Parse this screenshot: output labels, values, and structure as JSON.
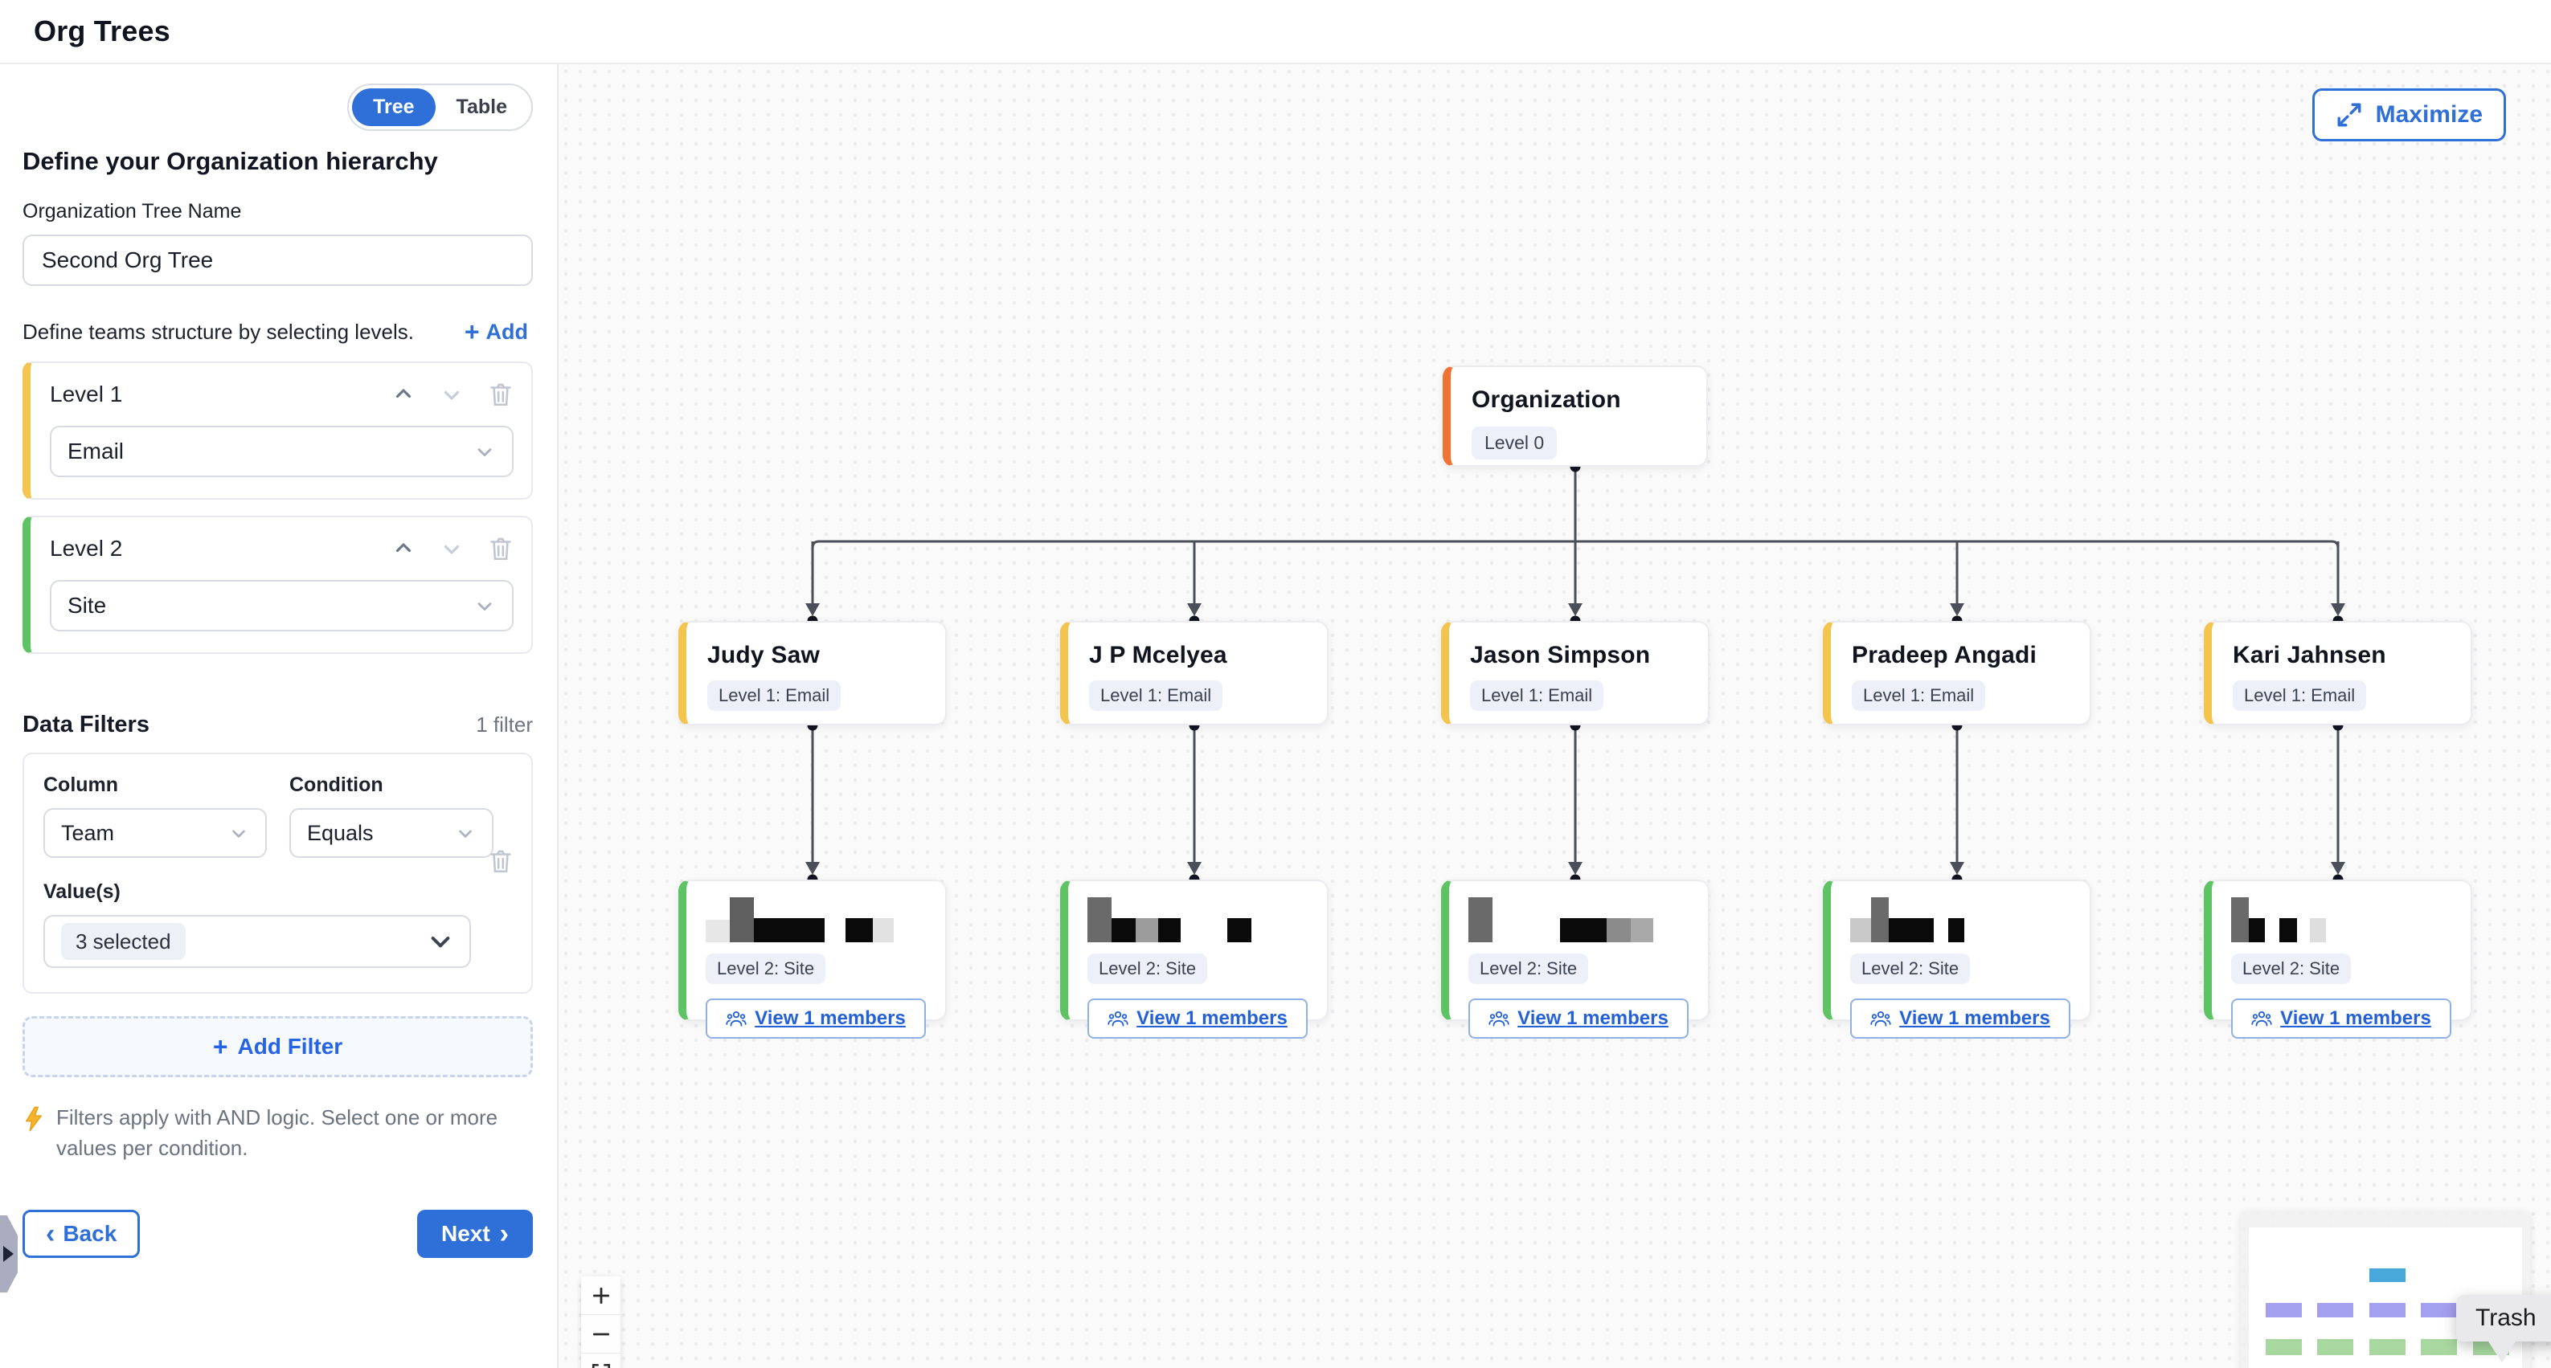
{
  "app": {
    "title": "Org Trees"
  },
  "sidebar": {
    "view_toggle": {
      "options": [
        "Tree",
        "Table"
      ],
      "selected": "Tree"
    },
    "heading": "Define your Organization hierarchy",
    "tree_name": {
      "label": "Organization Tree Name",
      "value": "Second Org Tree"
    },
    "levels_section": {
      "description": "Define teams structure by selecting levels.",
      "add_label": "Add"
    },
    "levels": [
      {
        "label": "Level 1",
        "value": "Email",
        "accent": "#f3c54e"
      },
      {
        "label": "Level 2",
        "value": "Site",
        "accent": "#5ec463"
      }
    ],
    "filters_section": {
      "title": "Data Filters",
      "count_label": "1 filter",
      "filter": {
        "column_label": "Column",
        "column_value": "Team",
        "condition_label": "Condition",
        "condition_value": "Equals",
        "values_label": "Value(s)",
        "values_value": "3 selected"
      },
      "add_filter_label": "Add Filter",
      "note": "Filters apply with AND logic. Select one or more values per condition."
    },
    "back_label": "Back",
    "next_label": "Next"
  },
  "canvas": {
    "maximize_label": "Maximize",
    "tooltip": "Trash",
    "tree": {
      "root": {
        "name": "Organization",
        "badge": "Level 0",
        "accent": "#ef7434"
      },
      "level1_accent": "#f3c54e",
      "level2_accent": "#5ec463",
      "level1": [
        {
          "name": "Judy Saw",
          "badge": "Level 1: Email"
        },
        {
          "name": "J P Mcelyea",
          "badge": "Level 1: Email"
        },
        {
          "name": "Jason Simpson",
          "badge": "Level 1: Email"
        },
        {
          "name": "Pradeep Angadi",
          "badge": "Level 1: Email"
        },
        {
          "name": "Kari Jahnsen",
          "badge": "Level 1: Email"
        }
      ],
      "level2": [
        {
          "badge": "Level 2: Site",
          "members_label": "View 1 members",
          "redaction": [
            [
              30,
              28,
              "#e7e7e7"
            ],
            [
              30,
              56,
              "#5f5f5f"
            ],
            [
              88,
              30,
              "#0a0a0a"
            ],
            [
              26,
              0,
              null
            ],
            [
              34,
              30,
              "#0a0a0a"
            ],
            [
              26,
              30,
              "#e2e2e2"
            ]
          ]
        },
        {
          "badge": "Level 2: Site",
          "members_label": "View 1 members",
          "redaction": [
            [
              30,
              56,
              "#6a6a6a"
            ],
            [
              30,
              30,
              "#0a0a0a"
            ],
            [
              28,
              30,
              "#9c9c9c"
            ],
            [
              28,
              30,
              "#0a0a0a"
            ],
            [
              58,
              0,
              null
            ],
            [
              30,
              30,
              "#0a0a0a"
            ]
          ]
        },
        {
          "badge": "Level 2: Site",
          "members_label": "View 1 members",
          "redaction": [
            [
              30,
              56,
              "#6a6a6a"
            ],
            [
              84,
              0,
              null
            ],
            [
              58,
              30,
              "#0a0a0a"
            ],
            [
              30,
              30,
              "#8b8b8b"
            ],
            [
              28,
              30,
              "#a9a9a9"
            ]
          ]
        },
        {
          "badge": "Level 2: Site",
          "members_label": "View 1 members",
          "redaction": [
            [
              26,
              30,
              "#c9c9c9"
            ],
            [
              22,
              56,
              "#6a6a6a"
            ],
            [
              56,
              30,
              "#0a0a0a"
            ],
            [
              18,
              0,
              null
            ],
            [
              20,
              30,
              "#0a0a0a"
            ]
          ]
        },
        {
          "badge": "Level 2: Site",
          "members_label": "View 1 members",
          "redaction": [
            [
              22,
              56,
              "#6a6a6a"
            ],
            [
              20,
              30,
              "#0a0a0a"
            ],
            [
              18,
              0,
              null
            ],
            [
              22,
              30,
              "#0a0a0a"
            ],
            [
              16,
              0,
              null
            ],
            [
              20,
              30,
              "#dedede"
            ]
          ]
        }
      ]
    },
    "minimap": {
      "root_color": "#49a8da",
      "level1_color": "#a3a0f0",
      "level2_color": "#a8d7a0"
    }
  },
  "colors": {
    "accent_blue": "#2f6fd8",
    "level0_orange": "#ef7434",
    "level1_yellow": "#f3c54e",
    "level2_green": "#5ec463",
    "edge": "#4a4f5a"
  }
}
